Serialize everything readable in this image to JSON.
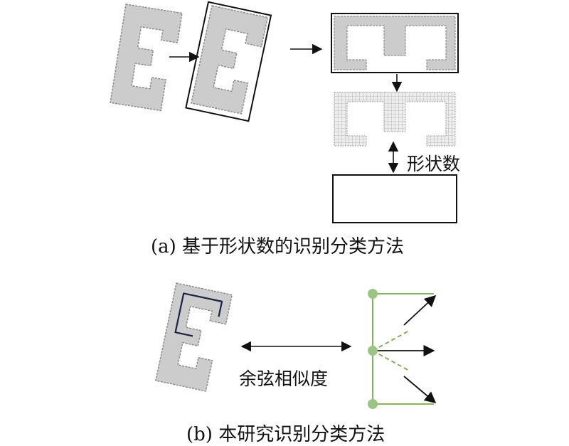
{
  "labels": {
    "shape_number": "形状数",
    "cosine_similarity": "余弦相似度"
  },
  "captions": {
    "a": "(a) 基于形状数的识别分类方法",
    "b": "(b) 本研究识别分类方法"
  },
  "colors": {
    "building_fill": "#cccccc",
    "building_outline": "#8c8c8c",
    "box_stroke": "#111111",
    "arrow": "#111111",
    "skeleton": "#1a2346",
    "vector_line": "#7aa64c",
    "vector_node": "#9cc585"
  }
}
